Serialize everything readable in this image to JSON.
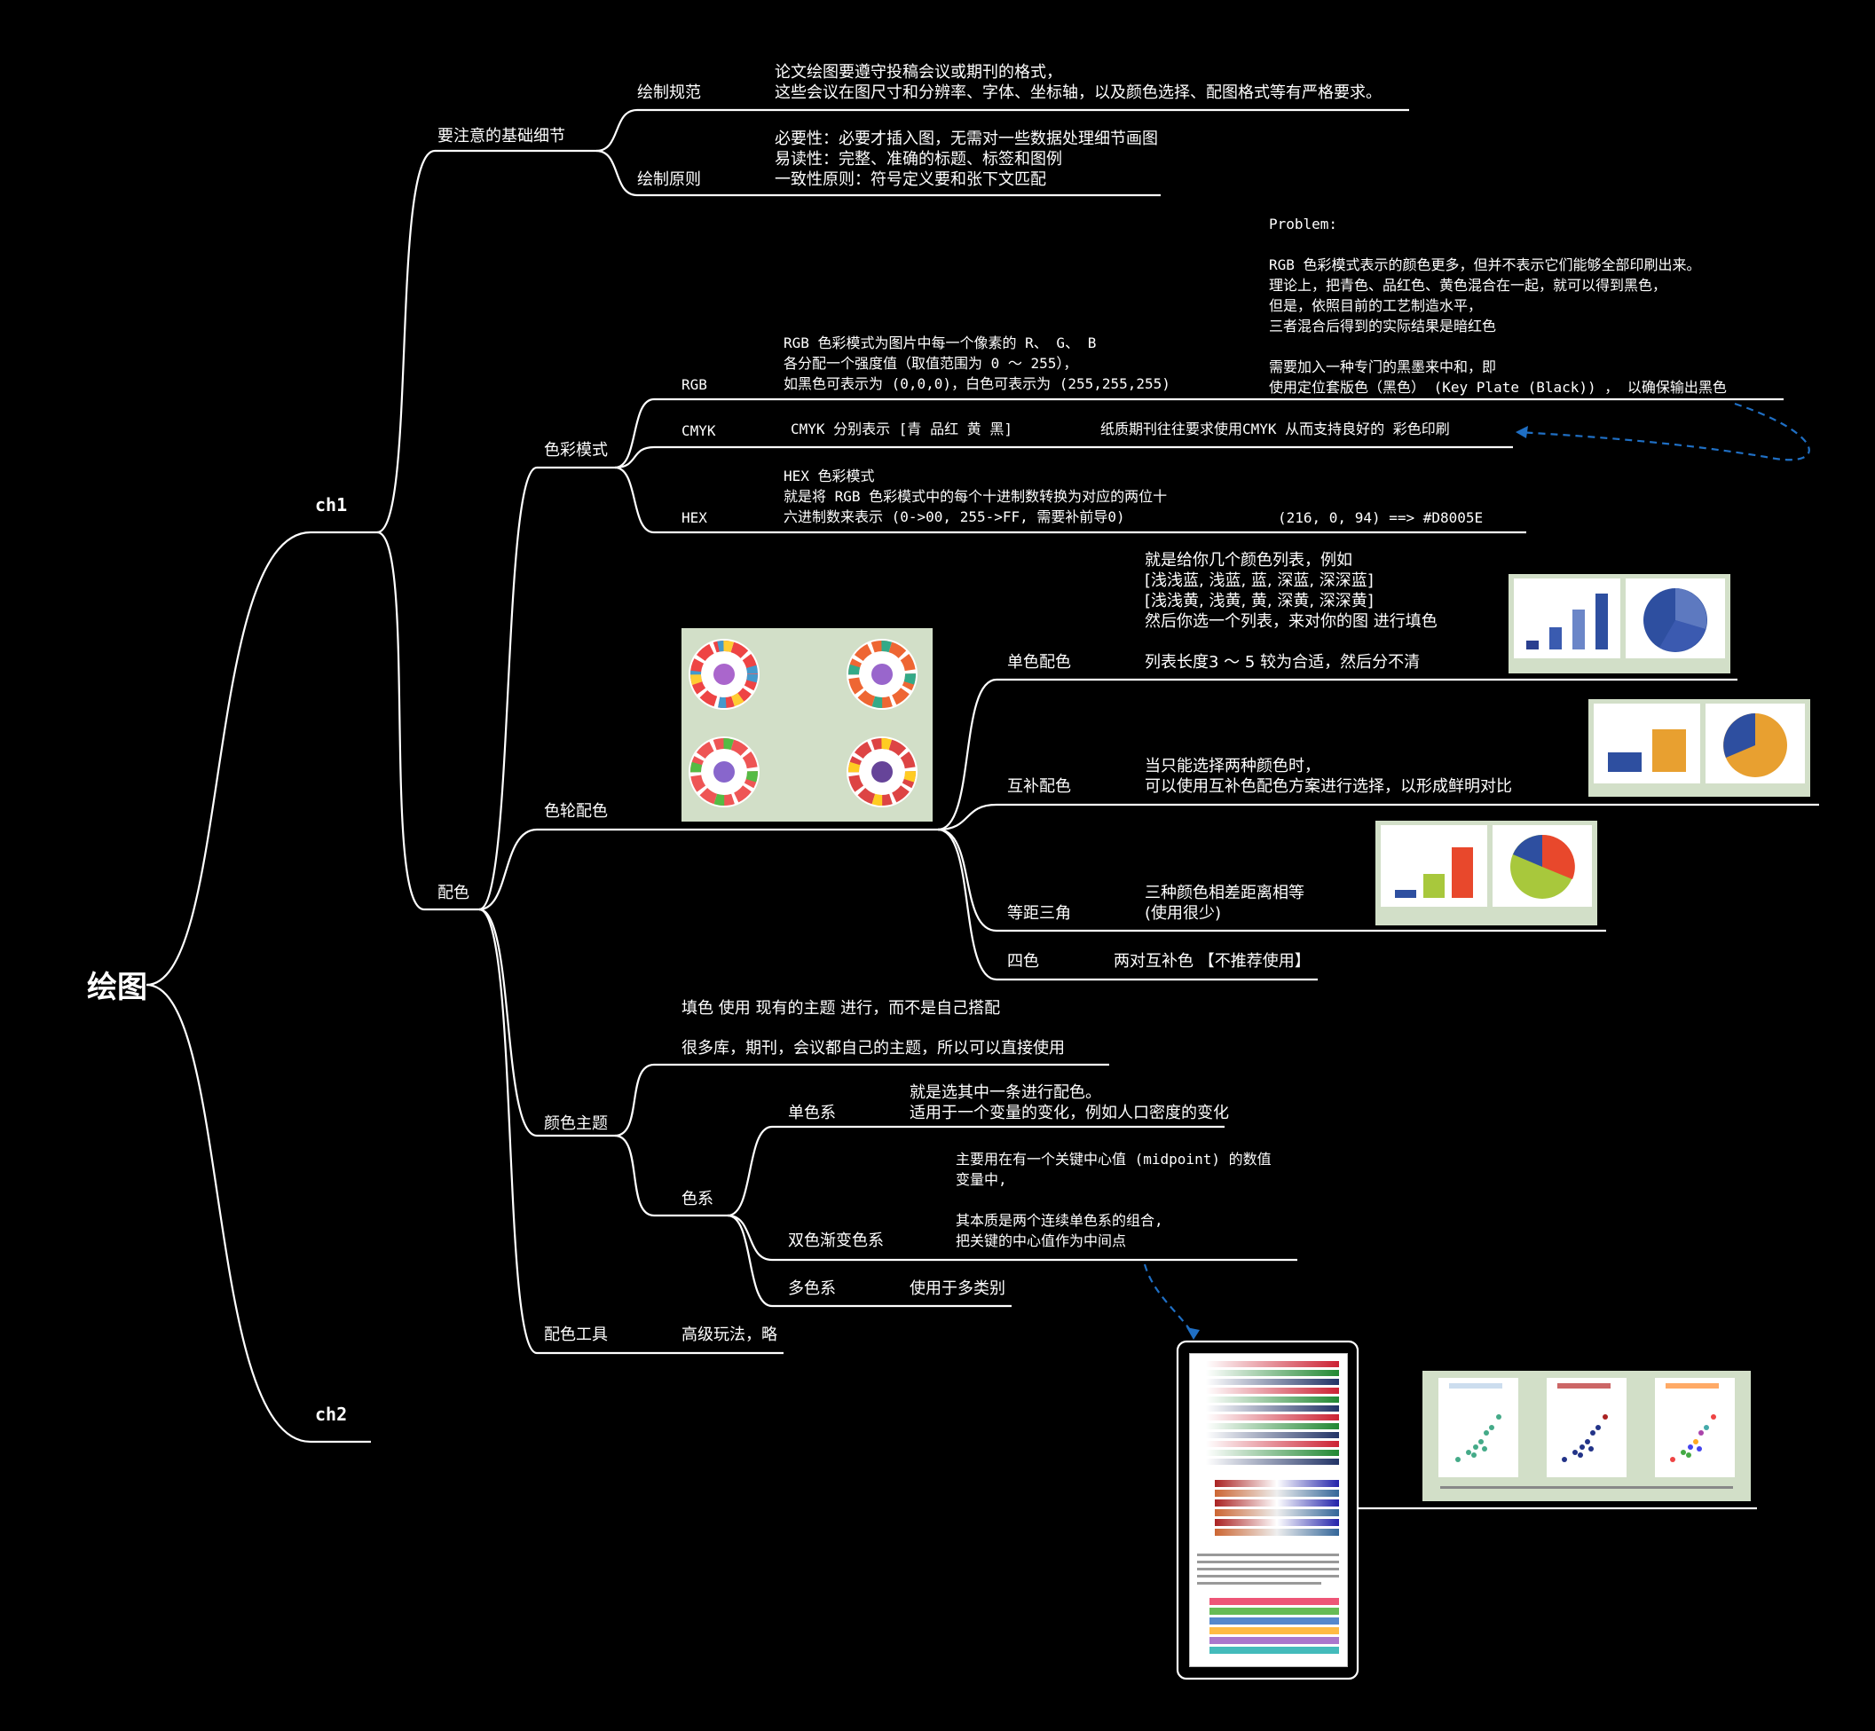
{
  "root": "绘图",
  "ch1": "ch1",
  "ch2": "ch2",
  "basics": {
    "title": "要注意的基础细节",
    "spec_label": "绘制规范",
    "spec_text": "论文绘图要遵守投稿会议或期刊的格式，\n这些会议在图尺寸和分辨率、字体、坐标轴，以及颜色选择、配图格式等有严格要求。",
    "principle_label": "绘制原则",
    "principle_text": "必要性：必要才插入图，无需对一些数据处理细节画图\n易读性：完整、准确的标题、标签和图例\n一致性原则：符号定义要和张下文匹配"
  },
  "color": {
    "title": "配色",
    "mode": {
      "title": "色彩模式",
      "rgb_label": "RGB",
      "rgb_text": "RGB 色彩模式为图片中每一个像素的 R、 G、 B\n各分配一个强度值（取值范围为 0 ～ 255），\n如黑色可表示为 (0,0,0)，白色可表示为 (255,255,255)",
      "problem_text": "Problem:\n\nRGB 色彩模式表示的颜色更多，但并不表示它们能够全部印刷出来。\n理论上，把青色、品红色、黄色混合在一起，就可以得到黑色，\n但是，依照目前的工艺制造水平，\n三者混合后得到的实际结果是暗红色\n\n需要加入一种专门的黑墨来中和，即\n使用定位套版色（黑色） (Key Plate (Black)) ， 以确保输出黑色",
      "cmyk_label": "CMYK",
      "cmyk_text": "CMYK 分别表示 [青 品红 黄 黑]",
      "cmyk_note": "纸质期刊往往要求使用CMYK 从而支持良好的 彩色印刷",
      "hex_label": "HEX",
      "hex_text": "HEX 色彩模式\n就是将 RGB 色彩模式中的每个十进制数转换为对应的两位十\n六进制数来表示 (0->00, 255->FF, 需要补前导0)",
      "hex_example": "(216, 0, 94) ==> #D8005E"
    },
    "wheel": {
      "title": "色轮配色",
      "mono_label": "单色配色",
      "mono_text": "就是给你几个颜色列表，例如\n[浅浅蓝, 浅蓝, 蓝, 深蓝, 深深蓝]\n[浅浅黄, 浅黄, 黄, 深黄, 深深黄]\n然后你选一个列表，来对你的图 进行填色\n\n列表长度3 ～ 5 较为合适，然后分不清",
      "comp_label": "互补配色",
      "comp_text": "当只能选择两种颜色时，\n可以使用互补色配色方案进行选择，以形成鲜明对比",
      "tri_label": "等距三角",
      "tri_text": "三种颜色相差距离相等\n(使用很少)",
      "four_label": "四色",
      "four_text": "两对互补色 【不推荐使用】"
    },
    "theme": {
      "title": "颜色主题",
      "line1": "填色 使用 现有的主题 进行，而不是自己搭配",
      "line2": "很多库，期刊，会议都自己的主题，所以可以直接使用",
      "series_label": "色系",
      "single_label": "单色系",
      "single_text": "就是选其中一条进行配色。\n适用于一个变量的变化，例如人口密度的变化",
      "dual_label": "双色渐变色系",
      "dual_text": "主要用在有一个关键中心值 (midpoint) 的数值\n变量中,\n\n其本质是两个连续单色系的组合,\n把关键的中心值作为中间点",
      "multi_label": "多色系",
      "multi_text": "使用于多类别"
    },
    "tool": {
      "title": "配色工具",
      "text": "高级玩法，略"
    }
  },
  "colors": {
    "line": "#ffffff",
    "dash": "#1f6fc4",
    "img_bg": "#d2dfc8",
    "bar_blue": "#2e4fa0",
    "bar_orange": "#e8a030",
    "red": "#e8482c",
    "green": "#a8c83c"
  }
}
